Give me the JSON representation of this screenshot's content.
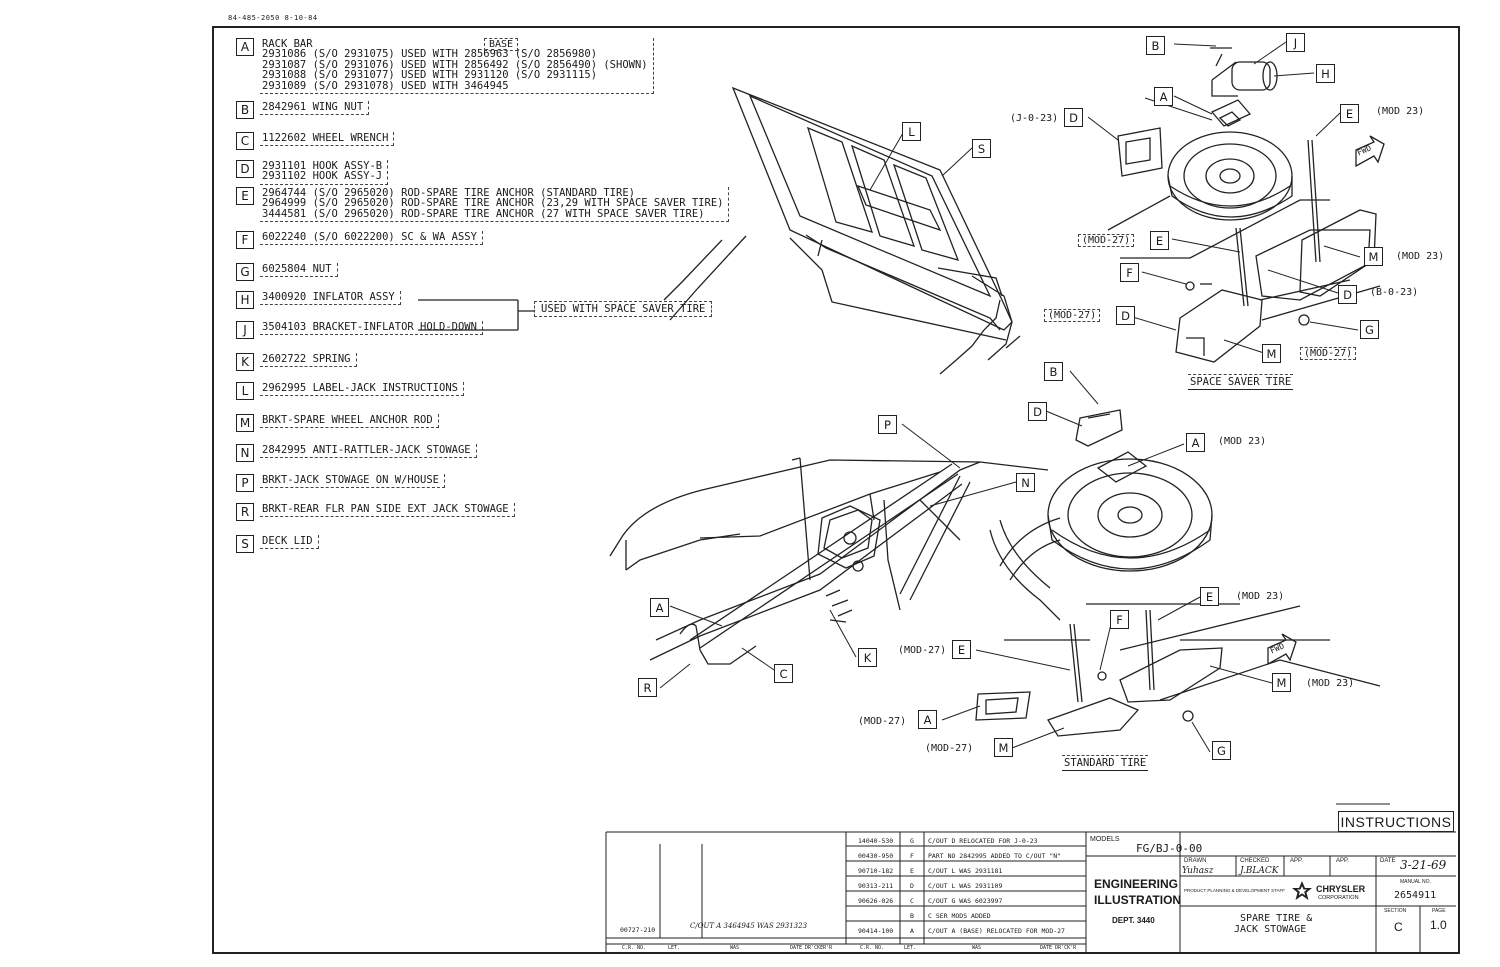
{
  "header_code": "84-485-2050 8-10-84",
  "base_tag": "BASE",
  "legend": [
    {
      "letter": "A",
      "lines": [
        "RACK BAR",
        "2931086 (S/O 2931075) USED WITH 2856963 (S/O 2856980)",
        "2931087 (S/O 2931076) USED WITH 2856492 (S/O 2856490) (SHOWN)",
        "2931088 (S/O 2931077) USED WITH 2931120 (S/O 2931115)",
        "2931089 (S/O 2931078) USED WITH 3464945"
      ]
    },
    {
      "letter": "B",
      "lines": [
        "2842961 WING NUT"
      ]
    },
    {
      "letter": "C",
      "lines": [
        "1122602 WHEEL WRENCH"
      ]
    },
    {
      "letter": "D",
      "lines": [
        "2931101 HOOK ASSY-B",
        "2931102 HOOK ASSY-J"
      ]
    },
    {
      "letter": "E",
      "lines": [
        "2964744 (S/O 2965020) ROD-SPARE TIRE ANCHOR (STANDARD TIRE)",
        "2964999 (S/O 2965020) ROD-SPARE TIRE ANCHOR (23,29 WITH SPACE SAVER TIRE)",
        "3444581 (S/O 2965020) ROD-SPARE TIRE ANCHOR (27 WITH SPACE SAVER TIRE)"
      ]
    },
    {
      "letter": "F",
      "lines": [
        "6022240 (S/O 6022200) SC & WA ASSY"
      ]
    },
    {
      "letter": "G",
      "lines": [
        "6025804 NUT"
      ]
    },
    {
      "letter": "H",
      "lines": [
        "3400920 INFLATOR ASSY"
      ]
    },
    {
      "letter": "J",
      "lines": [
        "3504103 BRACKET-INFLATOR HOLD-DOWN"
      ]
    },
    {
      "letter": "K",
      "lines": [
        "2602722 SPRING"
      ]
    },
    {
      "letter": "L",
      "lines": [
        "2962995 LABEL-JACK INSTRUCTIONS"
      ]
    },
    {
      "letter": "M",
      "lines": [
        "BRKT-SPARE WHEEL ANCHOR ROD"
      ]
    },
    {
      "letter": "N",
      "lines": [
        "2842995 ANTI-RATTLER-JACK STOWAGE"
      ]
    },
    {
      "letter": "P",
      "lines": [
        "BRKT-JACK STOWAGE ON W/HOUSE"
      ]
    },
    {
      "letter": "R",
      "lines": [
        "BRKT-REAR FLR PAN SIDE EXT JACK STOWAGE"
      ]
    },
    {
      "letter": "S",
      "lines": [
        "DECK LID"
      ]
    }
  ],
  "used_with_note": "USED WITH SPACE SAVER TIRE",
  "mods": {
    "mod23": "(MOD 23)",
    "mod27": "(MOD-27)",
    "j023": "(J-0-23)",
    "b023": "(B-0-23)"
  },
  "panel_titles": {
    "space_saver": "SPACE SAVER TIRE",
    "standard": "STANDARD TIRE"
  },
  "fwd": "FWD",
  "instructions": "INSTRUCTIONS",
  "title_block": {
    "models_label": "MODELS",
    "models_value": "FG/BJ-0-00",
    "engineering": "ENGINEERING",
    "illustration": "ILLUSTRATION",
    "dept": "DEPT. 3440",
    "drawn_label": "DRAWN",
    "drawn_value": "Yuhasz",
    "checked_label": "CHECKED",
    "checked_value": "J.BLACK",
    "app_label": "APP.",
    "date_label": "DATE",
    "date_value": "3-21-69",
    "ppd": "PRODUCT PLANNING & DEVELOPMENT STAFF",
    "brand": "CHRYSLER",
    "brand_sub": "CORPORATION",
    "manual_label": "MANUAL NO.",
    "manual_value": "2654911",
    "subject_1": "SPARE TIRE &",
    "subject_2": "JACK STOWAGE",
    "section_label": "SECTION",
    "section_value": "C",
    "page_label": "PAGE",
    "page_value": "1.0"
  },
  "revisions": [
    {
      "cr": "14040-530",
      "ltr": "G",
      "text": "C/OUT D RELOCATED FOR J-0-23"
    },
    {
      "cr": "00430-950",
      "ltr": "F",
      "text": "PART NO 2842995 ADDED TO C/OUT \"N\""
    },
    {
      "cr": "90710-182",
      "ltr": "E",
      "text": "C/OUT L WAS 2931181"
    },
    {
      "cr": "90313-211",
      "ltr": "D",
      "text": "C/OUT L WAS 2931109"
    },
    {
      "cr": "90626-026",
      "ltr": "C",
      "text": "C/OUT G WAS 6023997"
    },
    {
      "cr": "",
      "ltr": "B",
      "text": "C SER MODS ADDED"
    },
    {
      "cr": "90414-100",
      "ltr": "A",
      "text": "C/OUT A (BASE) RELOCATED FOR MOD-27"
    }
  ],
  "left_revision": {
    "cr": "00727-210",
    "text": "C/OUT A 3464945 WAS 2931323"
  },
  "rev_footer": [
    "C.R. NO.",
    "LET.",
    "WAS",
    "DATE DR'CKER'R",
    "C.R. NO.",
    "LET.",
    "WAS",
    "DATE DR'CK'R"
  ]
}
